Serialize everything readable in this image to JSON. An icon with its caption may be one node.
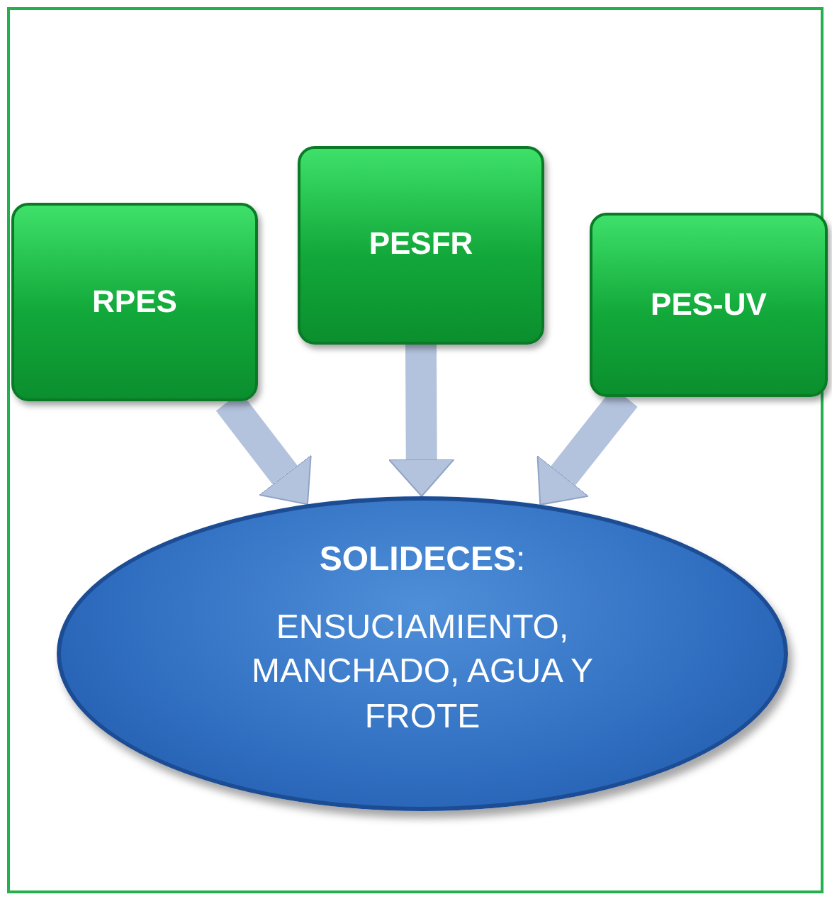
{
  "diagram": {
    "nodes": [
      {
        "text": [
          "RPES"
        ]
      },
      {
        "text": [
          "PESFR"
        ]
      },
      {
        "text": [
          "PES-UV"
        ]
      },
      {
        "text": [
          "**SOLIDECES**:",
          "ENSUCIAMIENTO, MANCHADO, AGUA Y FROTE"
        ]
      }
    ],
    "edges": [
      {
        "from": 0,
        "to": 3,
        "arrow": "to"
      },
      {
        "from": 1,
        "to": 3,
        "arrow": "to"
      },
      {
        "from": 2,
        "to": 3,
        "arrow": "to"
      }
    ]
  }
}
